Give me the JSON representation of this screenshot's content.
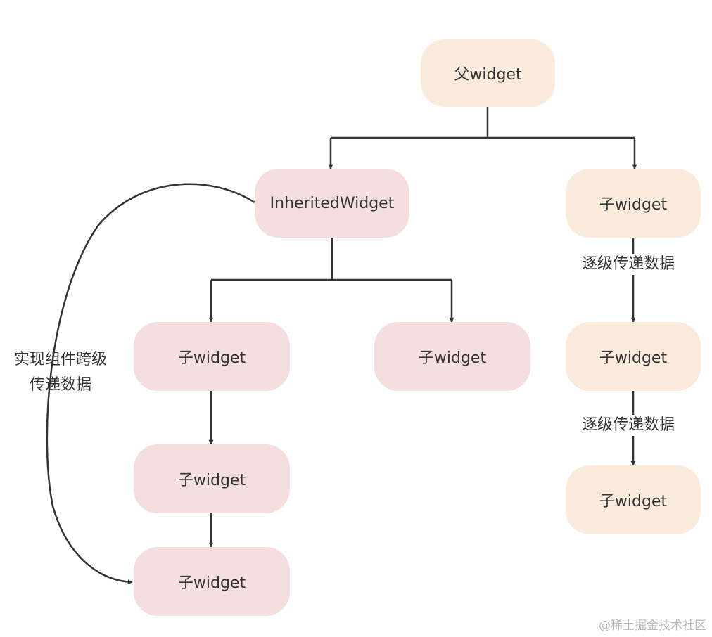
{
  "diagram": {
    "nodes": {
      "parent": "父widget",
      "inherited": "InheritedWidget",
      "child_right_1": "子widget",
      "child_right_2": "子widget",
      "child_right_3": "子widget",
      "child_left_1": "子widget",
      "child_left_2": "子widget",
      "child_left_3": "子widget",
      "child_middle": "子widget"
    },
    "edge_labels": {
      "step_pass_1": "逐级传递数据",
      "step_pass_2": "逐级传递数据",
      "cross_level_line1": "实现组件跨级",
      "cross_level_line2": "传递数据"
    },
    "colors": {
      "inherited_branch": "#f5dede",
      "direct_branch": "#faebdc",
      "line": "#333333"
    }
  },
  "watermark": "@稀土掘金技术社区"
}
